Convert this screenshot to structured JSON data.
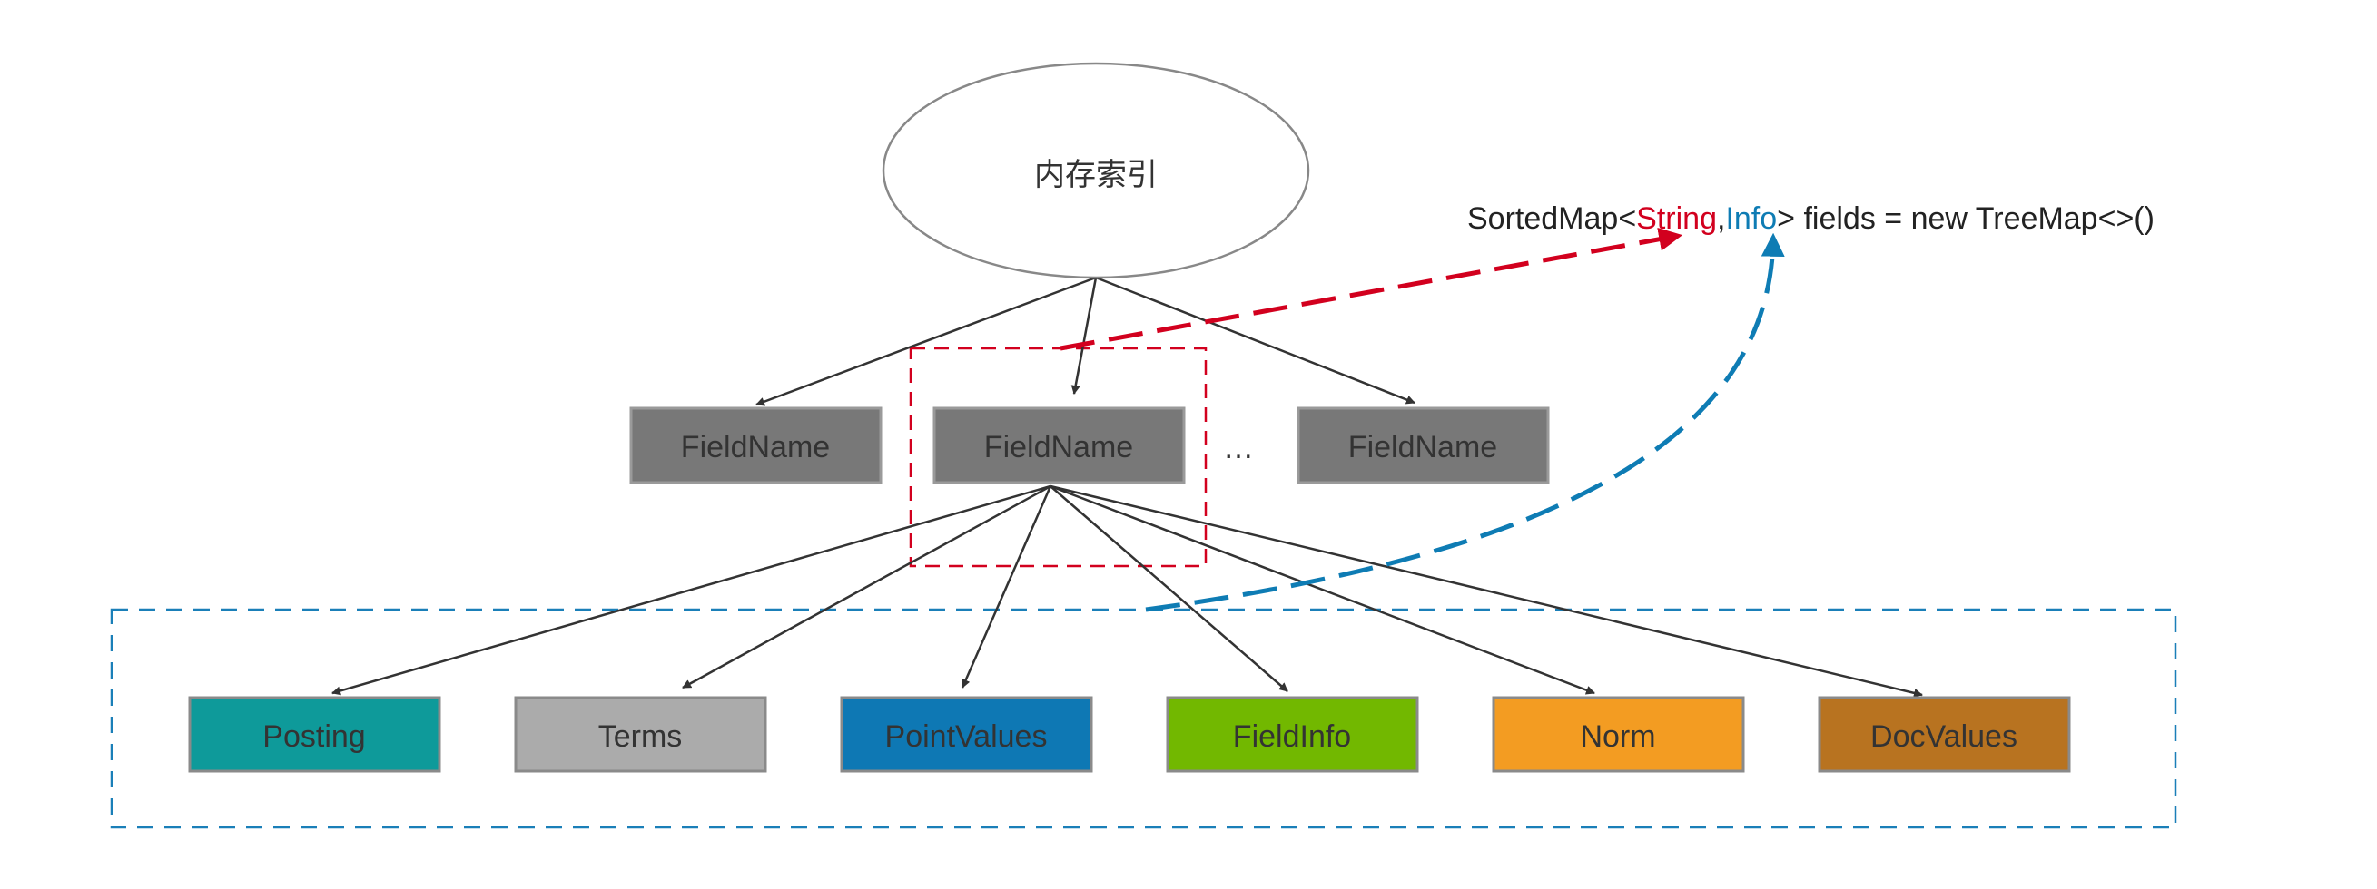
{
  "root": {
    "label": "内存索引"
  },
  "fields": [
    {
      "label": "FieldName"
    },
    {
      "label": "FieldName"
    },
    {
      "label": "FieldName"
    }
  ],
  "ellipsis": "…",
  "code": {
    "prefix": "SortedMap<",
    "key": "String",
    "comma": ",",
    "value": "Info",
    "suffix": "> fields = new TreeMap<>()"
  },
  "components": [
    {
      "label": "Posting",
      "color": "#0E9A9A"
    },
    {
      "label": "Terms",
      "color": "#ABABAB"
    },
    {
      "label": "PointValues",
      "color": "#0E78B4"
    },
    {
      "label": "FieldInfo",
      "color": "#72B800"
    },
    {
      "label": "Norm",
      "color": "#F39C22"
    },
    {
      "label": "DocValues",
      "color": "#B87320"
    }
  ],
  "colors": {
    "field_box": "#787878",
    "key_highlight": "#D2001E",
    "value_highlight": "#0E7CB4",
    "line": "#333333"
  }
}
